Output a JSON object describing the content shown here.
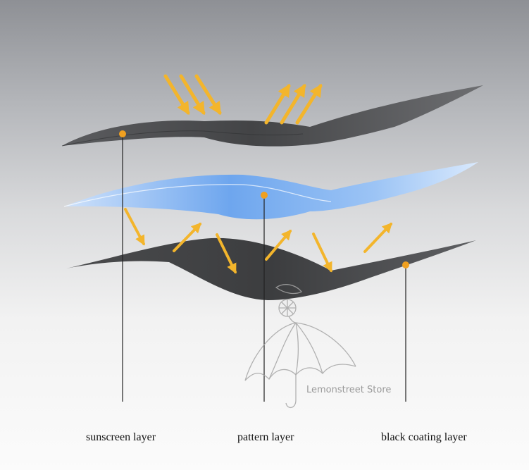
{
  "labels": {
    "sunscreen": "sunscreen layer",
    "pattern": "pattern layer",
    "black_coating": "black coating layer"
  },
  "watermark": {
    "text": "Lemonstreet Store"
  },
  "colors": {
    "arrow": "#f3b52c",
    "dot": "#f0a020",
    "dark_layer": "#505153",
    "blue_layer": "#7db1f0",
    "leader_line": "#222222"
  }
}
